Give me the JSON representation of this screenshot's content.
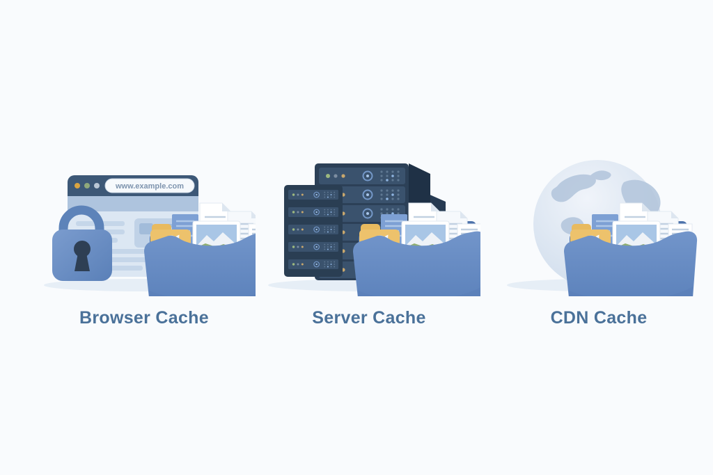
{
  "page": {
    "background_color": "#f9fbfd",
    "description": "Illustration of three web caching layers"
  },
  "illustration": {
    "label_color": "#4a7199",
    "panels": [
      {
        "id": "browser-cache",
        "label": "Browser Cache",
        "browser_url": "www.example.com",
        "icons": [
          "browser-window-icon",
          "lock-icon",
          "folder-icon",
          "refresh-folder-icon",
          "document-icon",
          "image-icon"
        ]
      },
      {
        "id": "server-cache",
        "label": "Server Cache",
        "icons": [
          "server-rack-icon",
          "folder-icon",
          "refresh-folder-icon",
          "document-icon",
          "image-icon"
        ]
      },
      {
        "id": "cdn-cache",
        "label": "CDN Cache",
        "icons": [
          "globe-icon",
          "folder-icon",
          "refresh-folder-icon",
          "document-icon",
          "image-icon"
        ]
      }
    ],
    "colors": {
      "folder_front": "#6289c2",
      "folder_back": "#4d72ab",
      "yellow_folder": "#edc26c",
      "server_navy": "#2c4057",
      "server_unit": "#3a526d",
      "browser_header": "#3d5877",
      "browser_body": "#dce7f3",
      "lock_blue": "#6288bd",
      "globe_fill": "#dce6f2",
      "globe_land": "#b5c7dd",
      "shadow": "#e3ebf4",
      "led_green": "#9cb87f",
      "led_amber": "#c8a76d",
      "header_dot_orange": "#d9a441",
      "header_dot_green": "#90a97b",
      "header_dot_gray": "#bac7d5"
    }
  }
}
